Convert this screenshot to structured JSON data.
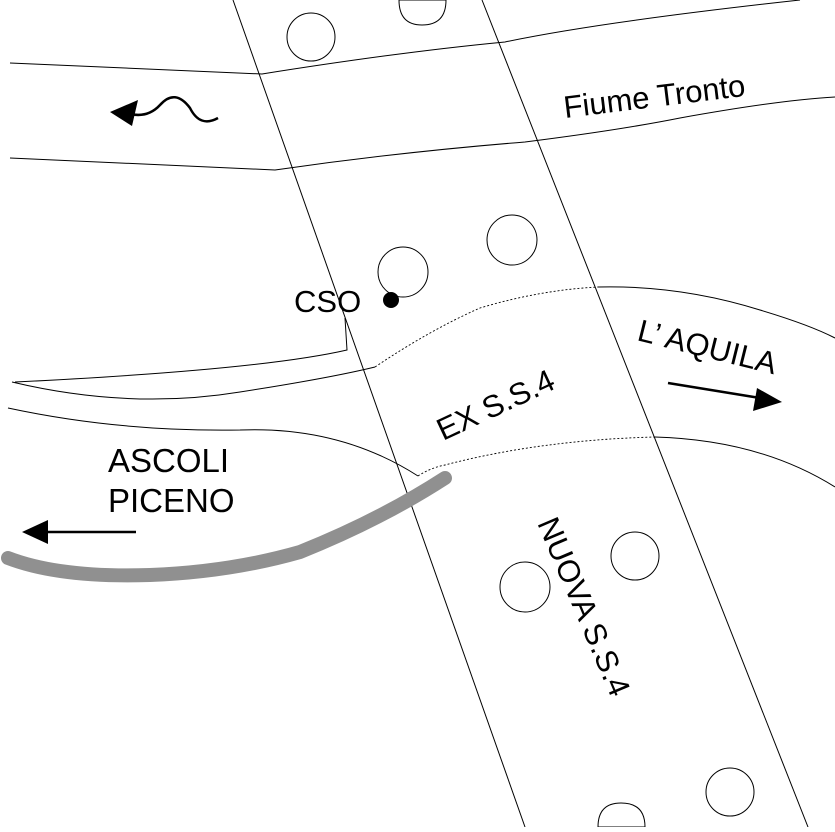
{
  "title": "Map - Fiume Tronto, S.S.4, CSO",
  "labels": {
    "river": "Fiume Tronto",
    "cso": "CSO",
    "aquila": "L’ AQUILA",
    "ex_ss4": "EX S.S.4",
    "ascoli_line1": "ASCOLI",
    "ascoli_line2": "PICENO",
    "nuova_ss4": "NUOVA S.S.4"
  },
  "colors": {
    "background": "#ffffff",
    "lines": "#000000",
    "road_highlight": "#909090"
  },
  "icons": [
    "river-flow-arrow-icon",
    "to-aquila-arrow-icon",
    "to-ascoli-arrow-icon",
    "cso-point-icon"
  ]
}
